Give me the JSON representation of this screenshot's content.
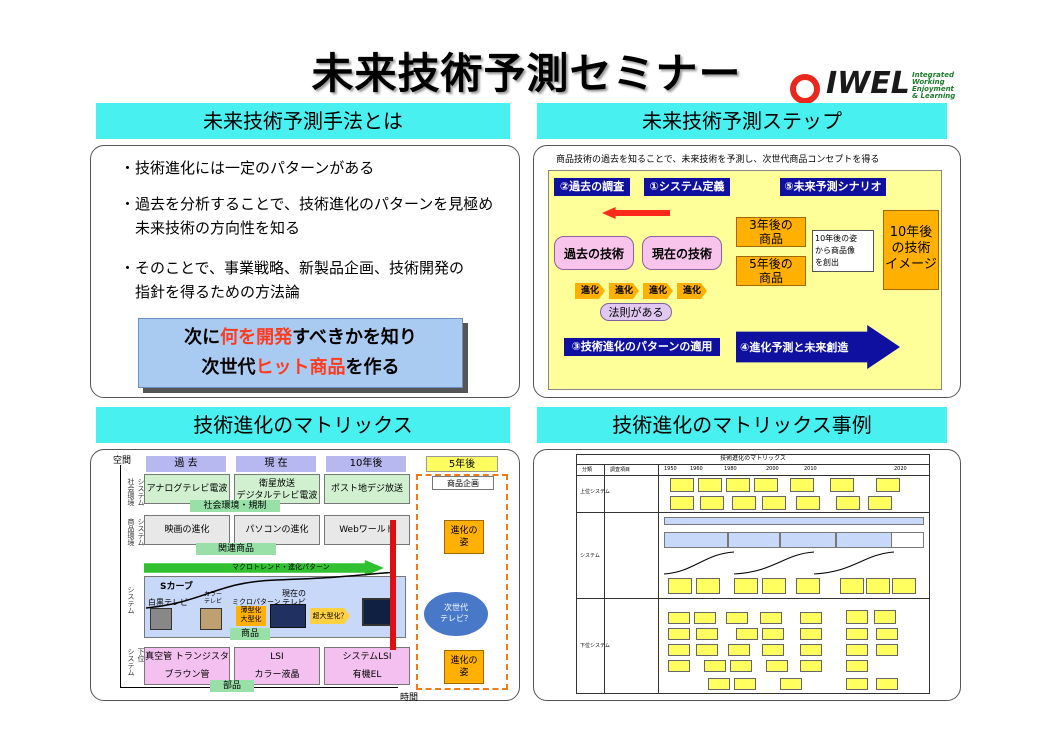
{
  "title": "未来技術予測セミナー",
  "logo": {
    "text": "IWEL",
    "sub1": "Integrated",
    "sub2": "Working",
    "sub3": "Enjoyment",
    "sub4": "& Learning"
  },
  "colors": {
    "header_cyan": "#49f0f0",
    "step_yellow": "#ffff9a",
    "orange": "#ffb000",
    "navy": "#1010a0",
    "red": "#ff3b1f"
  },
  "methods": {
    "header": "未来技術予測手法とは",
    "bullets": [
      "・技術進化には一定のパターンがある",
      "・過去を分析することで、技術進化のパターンを見極め",
      "　未来技術の方向性を知る",
      "・そのことで、事業戦略、新製品企画、技術開発の",
      "　指針を得るための方法論"
    ],
    "callout": {
      "line1_a": "次に",
      "line1_b": "何を開発",
      "line1_c": "すべきかを知り",
      "line2_a": "次世代",
      "line2_b": "ヒット商品",
      "line2_c": "を作る"
    }
  },
  "steps": {
    "header": "未来技術予測ステップ",
    "intro": "商品技術の過去を知ることで、未来技術を予測し、次世代商品コンセプトを得る",
    "tag_past": "②過去の調査",
    "tag_system": "①システム定義",
    "tag_future": "⑤未来予測シナリオ",
    "past_tech": "過去の技術",
    "current_tech": "現在の技術",
    "shinka": "進化",
    "rule": "法則がある",
    "y3": "3年後の\n商品",
    "y5": "5年後の\n商品",
    "y10": "10年後\nの技術\nイメージ",
    "note": "10年後の姿\nから商品像\nを創出",
    "tag_apply": "③技術進化のパターンの適用",
    "tag_create": "④進化予測と未来創造"
  },
  "matrix": {
    "header": "技術進化のマトリックス",
    "space": "空間",
    "time": "時間",
    "cols": [
      "過 去",
      "現 在",
      "10年後",
      "5年後"
    ],
    "row_labels": [
      "上位\nシステム\n社会環境",
      "上位\nシステム\n商品環境",
      "システム",
      "下位\nシステム"
    ],
    "cells": {
      "r1c1": "アナログテレビ電波",
      "r1c2": "衛星放送\nデジタルテレビ電波",
      "r1c3": "ポスト地デジ放送",
      "r1c4": "商品企画",
      "band1": "社会環境・規制",
      "r2c1": "映画の進化",
      "r2c2": "パソコンの進化",
      "r2c3": "Webワールド",
      "band2": "関連商品",
      "macro": "マクロトレンド・進化パターン",
      "scurve": "Sカーブ",
      "bw_tv": "白黒テレビ",
      "color_tv": "カラー\nテレビ",
      "micro": "ミクロパターン",
      "current_tv": "現在の\nテレビ",
      "thin": "薄型化\n大型化",
      "ultra": "超大型化？",
      "band3": "商品",
      "vacuum": "真空管 トランジスタ",
      "braun": "ブラウン管",
      "lsi": "LSI",
      "lcd": "カラー液晶",
      "syslsi": "システムLSI",
      "oel": "有機EL",
      "band4": "部品",
      "evo1": "進化の\n姿",
      "evo2": "進化の\n姿",
      "next_tv": "次世代\nテレビ？"
    }
  },
  "example": {
    "header": "技術進化のマトリックス事例",
    "table_title": "技術進化のマトリックス",
    "years": [
      "1950",
      "1960",
      "1980",
      "2000",
      "2010",
      "2020"
    ],
    "col_heads": [
      "分類",
      "調査項目"
    ],
    "rows": [
      "上位システム",
      "システム",
      "下位システム"
    ]
  }
}
